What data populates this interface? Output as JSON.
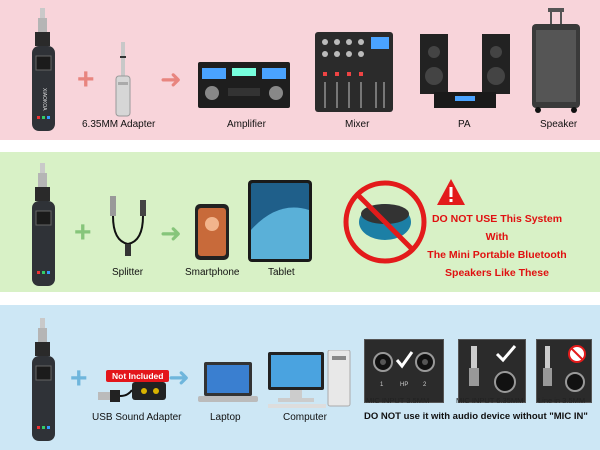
{
  "row1": {
    "labels": {
      "adapter": "6.35MM Adapter",
      "amplifier": "Amplifier",
      "mixer": "Mixer",
      "pa": "PA",
      "speaker": "Speaker"
    },
    "device_text": "XIAOKOA"
  },
  "row2": {
    "labels": {
      "splitter": "Splitter",
      "smartphone": "Smartphone",
      "tablet": "Tablet"
    },
    "warning": [
      "DO NOT USE This System With",
      "The Mini Portable Bluetooth",
      "Speakers Like These"
    ]
  },
  "row3": {
    "not_included": "Not Included",
    "labels": {
      "sound_adapter": "USB Sound Adapter",
      "laptop": "Laptop",
      "computer": "Computer"
    },
    "jacks": {
      "mic_35": "MIC INPUT 3.5MM",
      "mic_635": "MIC INPUT 6.35MM",
      "line_in": "Line in 3.5MM",
      "jack_nums": [
        "1",
        "HP",
        "2"
      ]
    },
    "bottom_warning": "DO NOT use it with audio device without \"MIC IN\""
  },
  "colors": {
    "row1_bg": "#f8d4da",
    "row2_bg": "#d8f1c6",
    "row3_bg": "#cde7f5",
    "plus_red": "#e8857f",
    "plus_green": "#86c57a",
    "plus_blue": "#6fb6dc",
    "warning_red": "#e01010"
  }
}
